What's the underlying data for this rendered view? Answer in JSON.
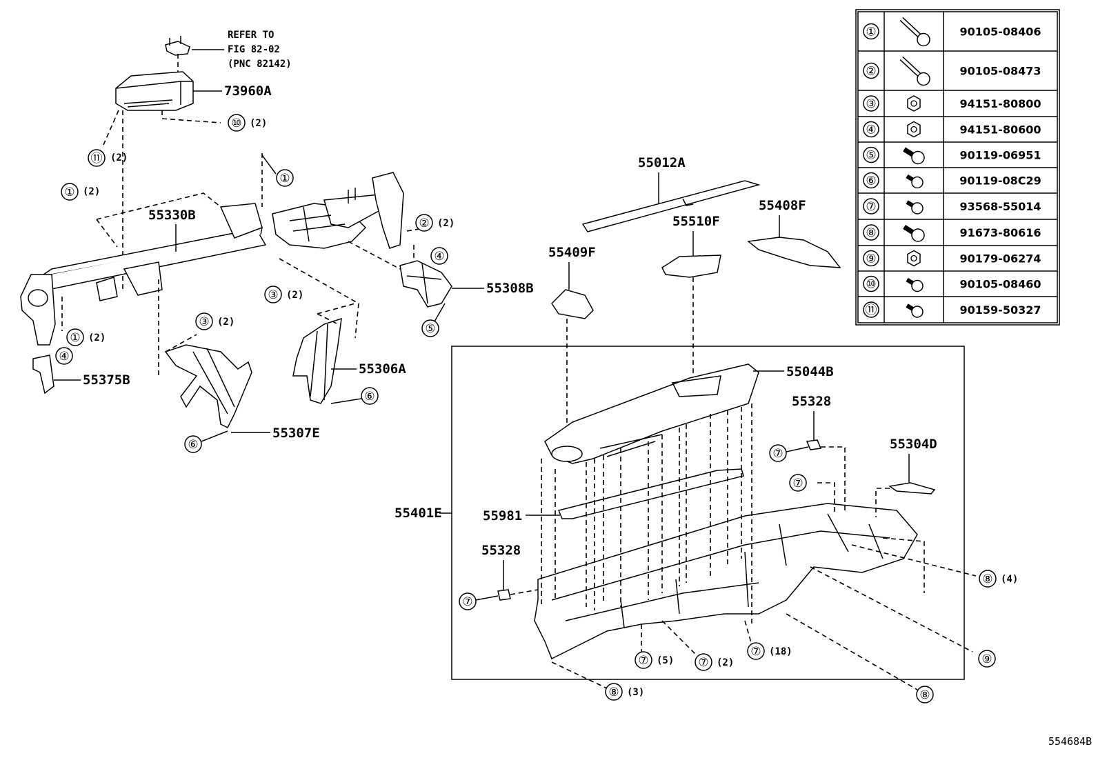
{
  "figure_id": "554684B",
  "refer_note": [
    "REFER TO",
    "FIG 82-02",
    "(PNC 82142)"
  ],
  "part_labels": {
    "p73960A": "73960A",
    "p55330B": "55330B",
    "p55308B": "55308B",
    "p55375B": "55375B",
    "p55306A": "55306A",
    "p55307E": "55307E",
    "p55012A": "55012A",
    "p55408F": "55408F",
    "p55510F": "55510F",
    "p55409F": "55409F",
    "p55044B": "55044B",
    "p55328a": "55328",
    "p55328b": "55328",
    "p55304D": "55304D",
    "p55401E": "55401E",
    "p55981": "55981"
  },
  "callouts": {
    "c10": {
      "num": "⑩",
      "qty": "(2)"
    },
    "c11": {
      "num": "⑪",
      "qty": "(2)"
    },
    "c1top": {
      "num": "①",
      "qty": ""
    },
    "c1left": {
      "num": "①",
      "qty": "(2)"
    },
    "c2": {
      "num": "②",
      "qty": "(2)"
    },
    "c4right": {
      "num": "④",
      "qty": ""
    },
    "c5": {
      "num": "⑤",
      "qty": ""
    },
    "c3right": {
      "num": "③",
      "qty": "(2)"
    },
    "c3left": {
      "num": "③",
      "qty": "(2)"
    },
    "c1bottom": {
      "num": "①",
      "qty": "(2)"
    },
    "c4left": {
      "num": "④",
      "qty": ""
    },
    "c6right": {
      "num": "⑥",
      "qty": ""
    },
    "c6left": {
      "num": "⑥",
      "qty": ""
    },
    "c7a": {
      "num": "⑦",
      "qty": ""
    },
    "c7b": {
      "num": "⑦",
      "qty": ""
    },
    "c7c": {
      "num": "⑦",
      "qty": ""
    },
    "c7d": {
      "num": "⑦",
      "qty": "(5)"
    },
    "c7e": {
      "num": "⑦",
      "qty": "(2)"
    },
    "c7f": {
      "num": "⑦",
      "qty": "(18)"
    },
    "c8a": {
      "num": "⑧",
      "qty": "(4)"
    },
    "c8b": {
      "num": "⑧",
      "qty": "(3)"
    },
    "c8c": {
      "num": "⑧",
      "qty": ""
    },
    "c9": {
      "num": "⑨",
      "qty": ""
    }
  },
  "fastener_table": [
    {
      "ref": "①",
      "icon": "long-bolt-icon",
      "part": "90105-08406"
    },
    {
      "ref": "②",
      "icon": "long-bolt-icon",
      "part": "90105-08473"
    },
    {
      "ref": "③",
      "icon": "nut-icon",
      "part": "94151-80800"
    },
    {
      "ref": "④",
      "icon": "nut-icon",
      "part": "94151-80600"
    },
    {
      "ref": "⑤",
      "icon": "bolt-icon",
      "part": "90119-06951"
    },
    {
      "ref": "⑥",
      "icon": "screw-icon",
      "part": "90119-08C29"
    },
    {
      "ref": "⑦",
      "icon": "screw-icon",
      "part": "93568-55014"
    },
    {
      "ref": "⑧",
      "icon": "bolt-icon",
      "part": "91673-80616"
    },
    {
      "ref": "⑨",
      "icon": "nut-icon",
      "part": "90179-06274"
    },
    {
      "ref": "⑩",
      "icon": "screw-icon",
      "part": "90105-08460"
    },
    {
      "ref": "⑪",
      "icon": "screw-icon",
      "part": "90159-50327"
    }
  ]
}
